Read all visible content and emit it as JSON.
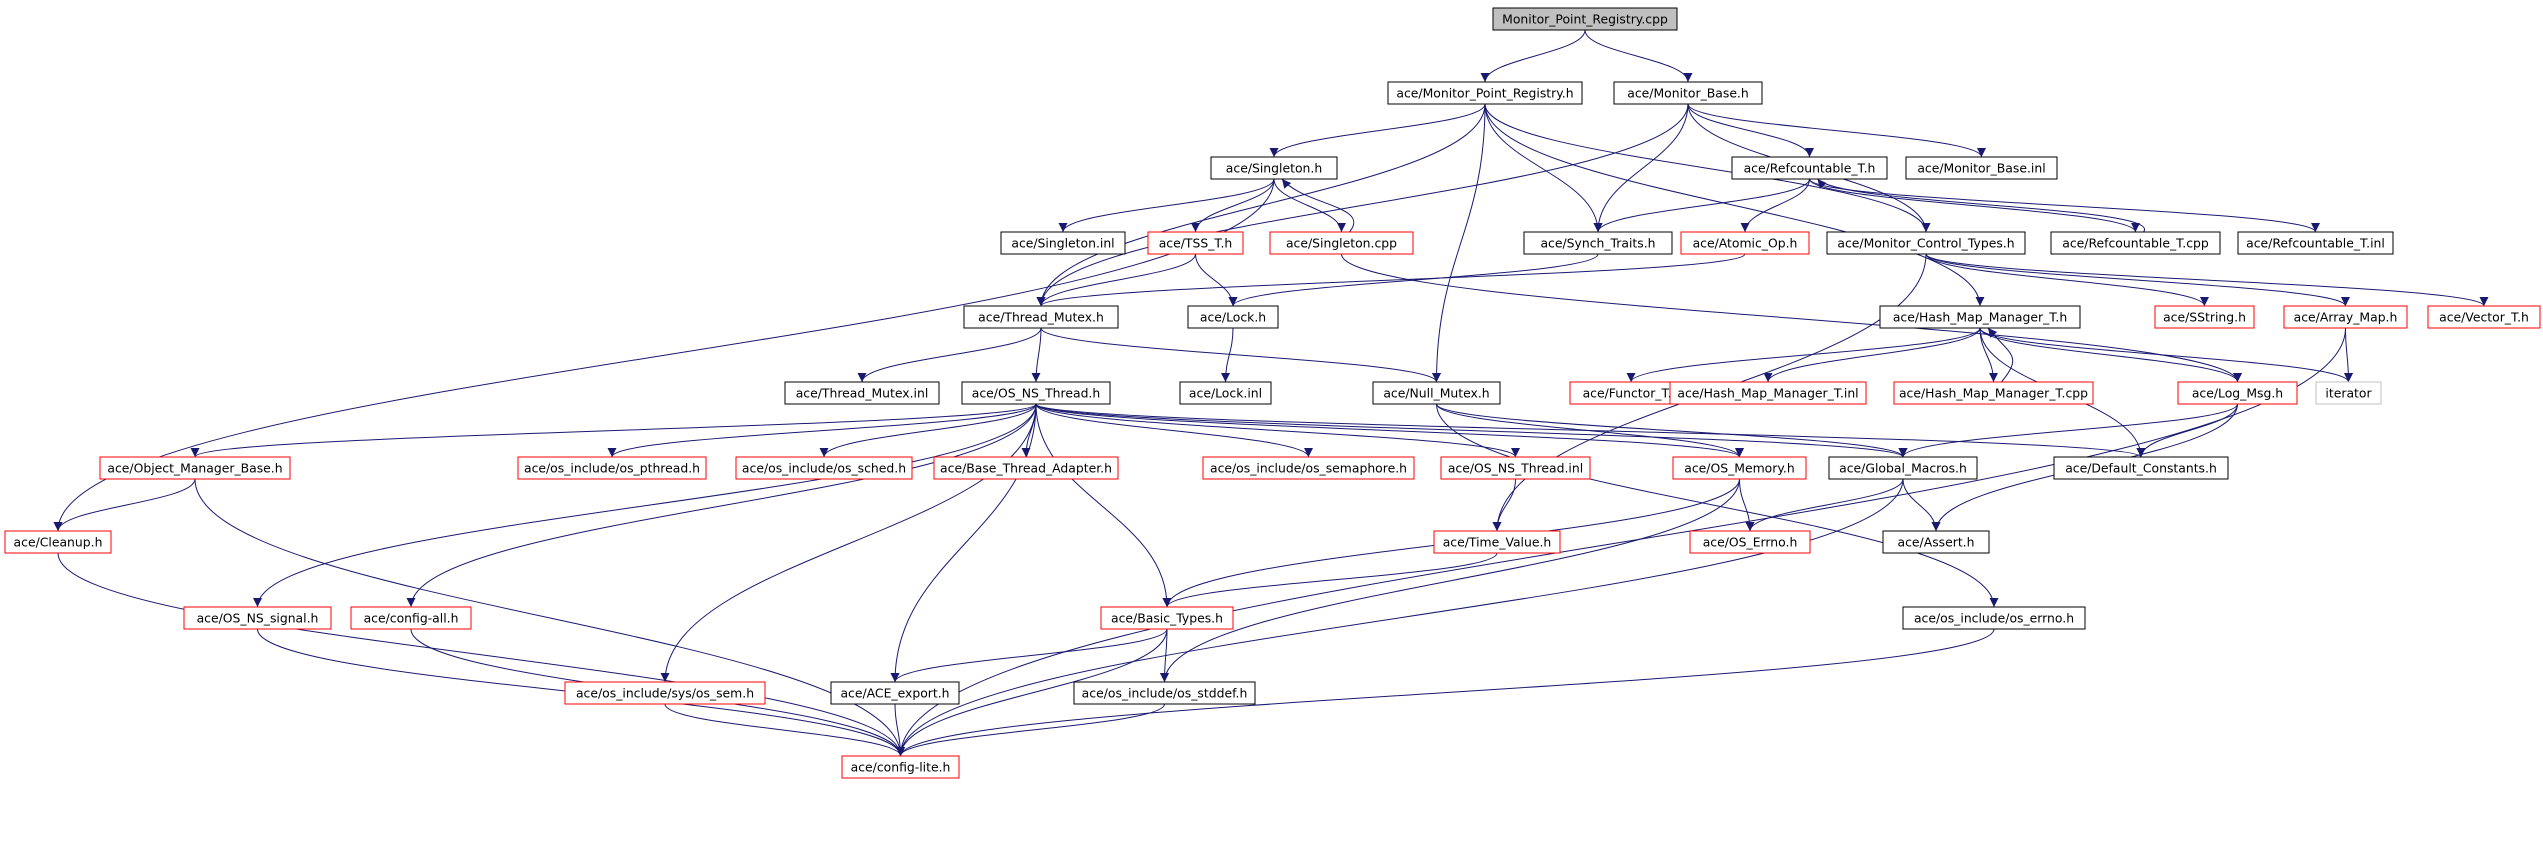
{
  "graph": {
    "colors": {
      "edge": "#191970",
      "root_fill": "#c0c0c0",
      "border_black": "#000000",
      "border_red": "#ff0000",
      "border_gray": "#c0c0c0",
      "text": "#000000"
    },
    "nodes": [
      {
        "id": "root",
        "label": "Monitor_Point_Registry.cpp",
        "style": "root"
      },
      {
        "id": "mpr_h",
        "label": "ace/Monitor_Point_Registry.h",
        "style": "black"
      },
      {
        "id": "mbase_h",
        "label": "ace/Monitor_Base.h",
        "style": "black"
      },
      {
        "id": "singleton_h",
        "label": "ace/Singleton.h",
        "style": "black"
      },
      {
        "id": "refcount_h",
        "label": "ace/Refcountable_T.h",
        "style": "black"
      },
      {
        "id": "mbase_inl",
        "label": "ace/Monitor_Base.inl",
        "style": "black"
      },
      {
        "id": "singleton_inl",
        "label": "ace/Singleton.inl",
        "style": "black"
      },
      {
        "id": "tss_h",
        "label": "ace/TSS_T.h",
        "style": "red"
      },
      {
        "id": "singleton_cpp",
        "label": "ace/Singleton.cpp",
        "style": "red"
      },
      {
        "id": "synch_traits",
        "label": "ace/Synch_Traits.h",
        "style": "black"
      },
      {
        "id": "atomic_op",
        "label": "ace/Atomic_Op.h",
        "style": "red"
      },
      {
        "id": "mct_h",
        "label": "ace/Monitor_Control_Types.h",
        "style": "black"
      },
      {
        "id": "refcount_cpp",
        "label": "ace/Refcountable_T.cpp",
        "style": "black"
      },
      {
        "id": "refcount_inl",
        "label": "ace/Refcountable_T.inl",
        "style": "black"
      },
      {
        "id": "thread_mutex_h",
        "label": "ace/Thread_Mutex.h",
        "style": "black"
      },
      {
        "id": "lock_h",
        "label": "ace/Lock.h",
        "style": "black"
      },
      {
        "id": "hmm_h",
        "label": "ace/Hash_Map_Manager_T.h",
        "style": "black"
      },
      {
        "id": "sstring_h",
        "label": "ace/SString.h",
        "style": "red"
      },
      {
        "id": "array_map",
        "label": "ace/Array_Map.h",
        "style": "red"
      },
      {
        "id": "vector_t",
        "label": "ace/Vector_T.h",
        "style": "red"
      },
      {
        "id": "thread_mutex_inl",
        "label": "ace/Thread_Mutex.inl",
        "style": "black"
      },
      {
        "id": "os_ns_thread_h",
        "label": "ace/OS_NS_Thread.h",
        "style": "black"
      },
      {
        "id": "lock_inl",
        "label": "ace/Lock.inl",
        "style": "black"
      },
      {
        "id": "null_mutex",
        "label": "ace/Null_Mutex.h",
        "style": "black"
      },
      {
        "id": "functor_t",
        "label": "ace/Functor_T.h",
        "style": "red"
      },
      {
        "id": "hmm_inl",
        "label": "ace/Hash_Map_Manager_T.inl",
        "style": "red"
      },
      {
        "id": "hmm_cpp",
        "label": "ace/Hash_Map_Manager_T.cpp",
        "style": "red"
      },
      {
        "id": "log_msg",
        "label": "ace/Log_Msg.h",
        "style": "red"
      },
      {
        "id": "iterator",
        "label": "iterator",
        "style": "gray"
      },
      {
        "id": "omb_h",
        "label": "ace/Object_Manager_Base.h",
        "style": "red"
      },
      {
        "id": "os_pthread",
        "label": "ace/os_include/os_pthread.h",
        "style": "red"
      },
      {
        "id": "os_sched",
        "label": "ace/os_include/os_sched.h",
        "style": "red"
      },
      {
        "id": "bta_h",
        "label": "ace/Base_Thread_Adapter.h",
        "style": "red"
      },
      {
        "id": "os_semaphore",
        "label": "ace/os_include/os_semaphore.h",
        "style": "red"
      },
      {
        "id": "os_ns_thread_inl",
        "label": "ace/OS_NS_Thread.inl",
        "style": "red"
      },
      {
        "id": "os_memory",
        "label": "ace/OS_Memory.h",
        "style": "red"
      },
      {
        "id": "global_macros",
        "label": "ace/Global_Macros.h",
        "style": "black"
      },
      {
        "id": "default_constants",
        "label": "ace/Default_Constants.h",
        "style": "black"
      },
      {
        "id": "cleanup_h",
        "label": "ace/Cleanup.h",
        "style": "red"
      },
      {
        "id": "time_value",
        "label": "ace/Time_Value.h",
        "style": "red"
      },
      {
        "id": "os_errno_h",
        "label": "ace/OS_Errno.h",
        "style": "red"
      },
      {
        "id": "assert_h",
        "label": "ace/Assert.h",
        "style": "black"
      },
      {
        "id": "os_ns_signal",
        "label": "ace/OS_NS_signal.h",
        "style": "red"
      },
      {
        "id": "config_all",
        "label": "ace/config-all.h",
        "style": "red"
      },
      {
        "id": "basic_types",
        "label": "ace/Basic_Types.h",
        "style": "red"
      },
      {
        "id": "os_inc_errno",
        "label": "ace/os_include/os_errno.h",
        "style": "black"
      },
      {
        "id": "os_sem",
        "label": "ace/os_include/sys/os_sem.h",
        "style": "red"
      },
      {
        "id": "ace_export",
        "label": "ace/ACE_export.h",
        "style": "black"
      },
      {
        "id": "os_stddef",
        "label": "ace/os_include/os_stddef.h",
        "style": "black"
      },
      {
        "id": "config_lite",
        "label": "ace/config-lite.h",
        "style": "red"
      }
    ],
    "edges": [
      [
        "root",
        "mpr_h"
      ],
      [
        "root",
        "mbase_h"
      ],
      [
        "mpr_h",
        "singleton_h"
      ],
      [
        "mpr_h",
        "thread_mutex_h"
      ],
      [
        "mpr_h",
        "synch_traits"
      ],
      [
        "mpr_h",
        "mct_h"
      ],
      [
        "mpr_h",
        "null_mutex"
      ],
      [
        "mpr_h",
        "hmm_h"
      ],
      [
        "mbase_h",
        "refcount_h"
      ],
      [
        "mbase_h",
        "mbase_inl"
      ],
      [
        "mbase_h",
        "synch_traits"
      ],
      [
        "mbase_h",
        "mct_h"
      ],
      [
        "mbase_h",
        "thread_mutex_h"
      ],
      [
        "singleton_h",
        "singleton_inl"
      ],
      [
        "singleton_h",
        "tss_h"
      ],
      [
        "singleton_h",
        "singleton_cpp"
      ],
      [
        "singleton_h",
        "cleanup_h"
      ],
      [
        "singleton_cpp",
        "singleton_h"
      ],
      [
        "singleton_cpp",
        "log_msg"
      ],
      [
        "refcount_h",
        "refcount_cpp"
      ],
      [
        "refcount_h",
        "refcount_inl"
      ],
      [
        "refcount_h",
        "atomic_op"
      ],
      [
        "refcount_h",
        "synch_traits"
      ],
      [
        "refcount_cpp",
        "refcount_h"
      ],
      [
        "tss_h",
        "thread_mutex_h"
      ],
      [
        "tss_h",
        "lock_h"
      ],
      [
        "synch_traits",
        "lock_h"
      ],
      [
        "atomic_op",
        "thread_mutex_h"
      ],
      [
        "mct_h",
        "sstring_h"
      ],
      [
        "mct_h",
        "array_map"
      ],
      [
        "mct_h",
        "vector_t"
      ],
      [
        "mct_h",
        "time_value"
      ],
      [
        "thread_mutex_h",
        "thread_mutex_inl"
      ],
      [
        "thread_mutex_h",
        "os_ns_thread_h"
      ],
      [
        "thread_mutex_h",
        "null_mutex"
      ],
      [
        "lock_h",
        "lock_inl"
      ],
      [
        "hmm_h",
        "functor_t"
      ],
      [
        "hmm_h",
        "hmm_inl"
      ],
      [
        "hmm_h",
        "hmm_cpp"
      ],
      [
        "hmm_h",
        "log_msg"
      ],
      [
        "hmm_h",
        "iterator"
      ],
      [
        "hmm_h",
        "default_constants"
      ],
      [
        "hmm_cpp",
        "hmm_h"
      ],
      [
        "array_map",
        "iterator"
      ],
      [
        "array_map",
        "config_lite"
      ],
      [
        "null_mutex",
        "os_memory"
      ],
      [
        "null_mutex",
        "global_macros"
      ],
      [
        "null_mutex",
        "os_inc_errno"
      ],
      [
        "log_msg",
        "global_macros"
      ],
      [
        "log_msg",
        "default_constants"
      ],
      [
        "log_msg",
        "assert_h"
      ],
      [
        "os_ns_thread_h",
        "omb_h"
      ],
      [
        "os_ns_thread_h",
        "os_pthread"
      ],
      [
        "os_ns_thread_h",
        "os_sched"
      ],
      [
        "os_ns_thread_h",
        "bta_h"
      ],
      [
        "os_ns_thread_h",
        "os_semaphore"
      ],
      [
        "os_ns_thread_h",
        "os_ns_thread_inl"
      ],
      [
        "os_ns_thread_h",
        "os_memory"
      ],
      [
        "os_ns_thread_h",
        "global_macros"
      ],
      [
        "os_ns_thread_h",
        "default_constants"
      ],
      [
        "os_ns_thread_h",
        "basic_types"
      ],
      [
        "os_ns_thread_h",
        "os_ns_signal"
      ],
      [
        "os_ns_thread_h",
        "config_all"
      ],
      [
        "os_ns_thread_h",
        "os_sem"
      ],
      [
        "os_ns_thread_h",
        "ace_export"
      ],
      [
        "omb_h",
        "cleanup_h"
      ],
      [
        "omb_h",
        "config_lite"
      ],
      [
        "os_ns_thread_inl",
        "time_value"
      ],
      [
        "time_value",
        "basic_types"
      ],
      [
        "os_memory",
        "os_errno_h"
      ],
      [
        "os_memory",
        "basic_types"
      ],
      [
        "os_memory",
        "os_stddef"
      ],
      [
        "global_macros",
        "os_errno_h"
      ],
      [
        "global_macros",
        "assert_h"
      ],
      [
        "global_macros",
        "config_lite"
      ],
      [
        "cleanup_h",
        "config_lite"
      ],
      [
        "os_ns_signal",
        "config_lite"
      ],
      [
        "config_all",
        "config_lite"
      ],
      [
        "os_sem",
        "config_lite"
      ],
      [
        "basic_types",
        "ace_export"
      ],
      [
        "basic_types",
        "os_stddef"
      ],
      [
        "basic_types",
        "config_lite"
      ],
      [
        "ace_export",
        "config_lite"
      ],
      [
        "os_stddef",
        "config_lite"
      ],
      [
        "os_inc_errno",
        "config_lite"
      ]
    ]
  }
}
